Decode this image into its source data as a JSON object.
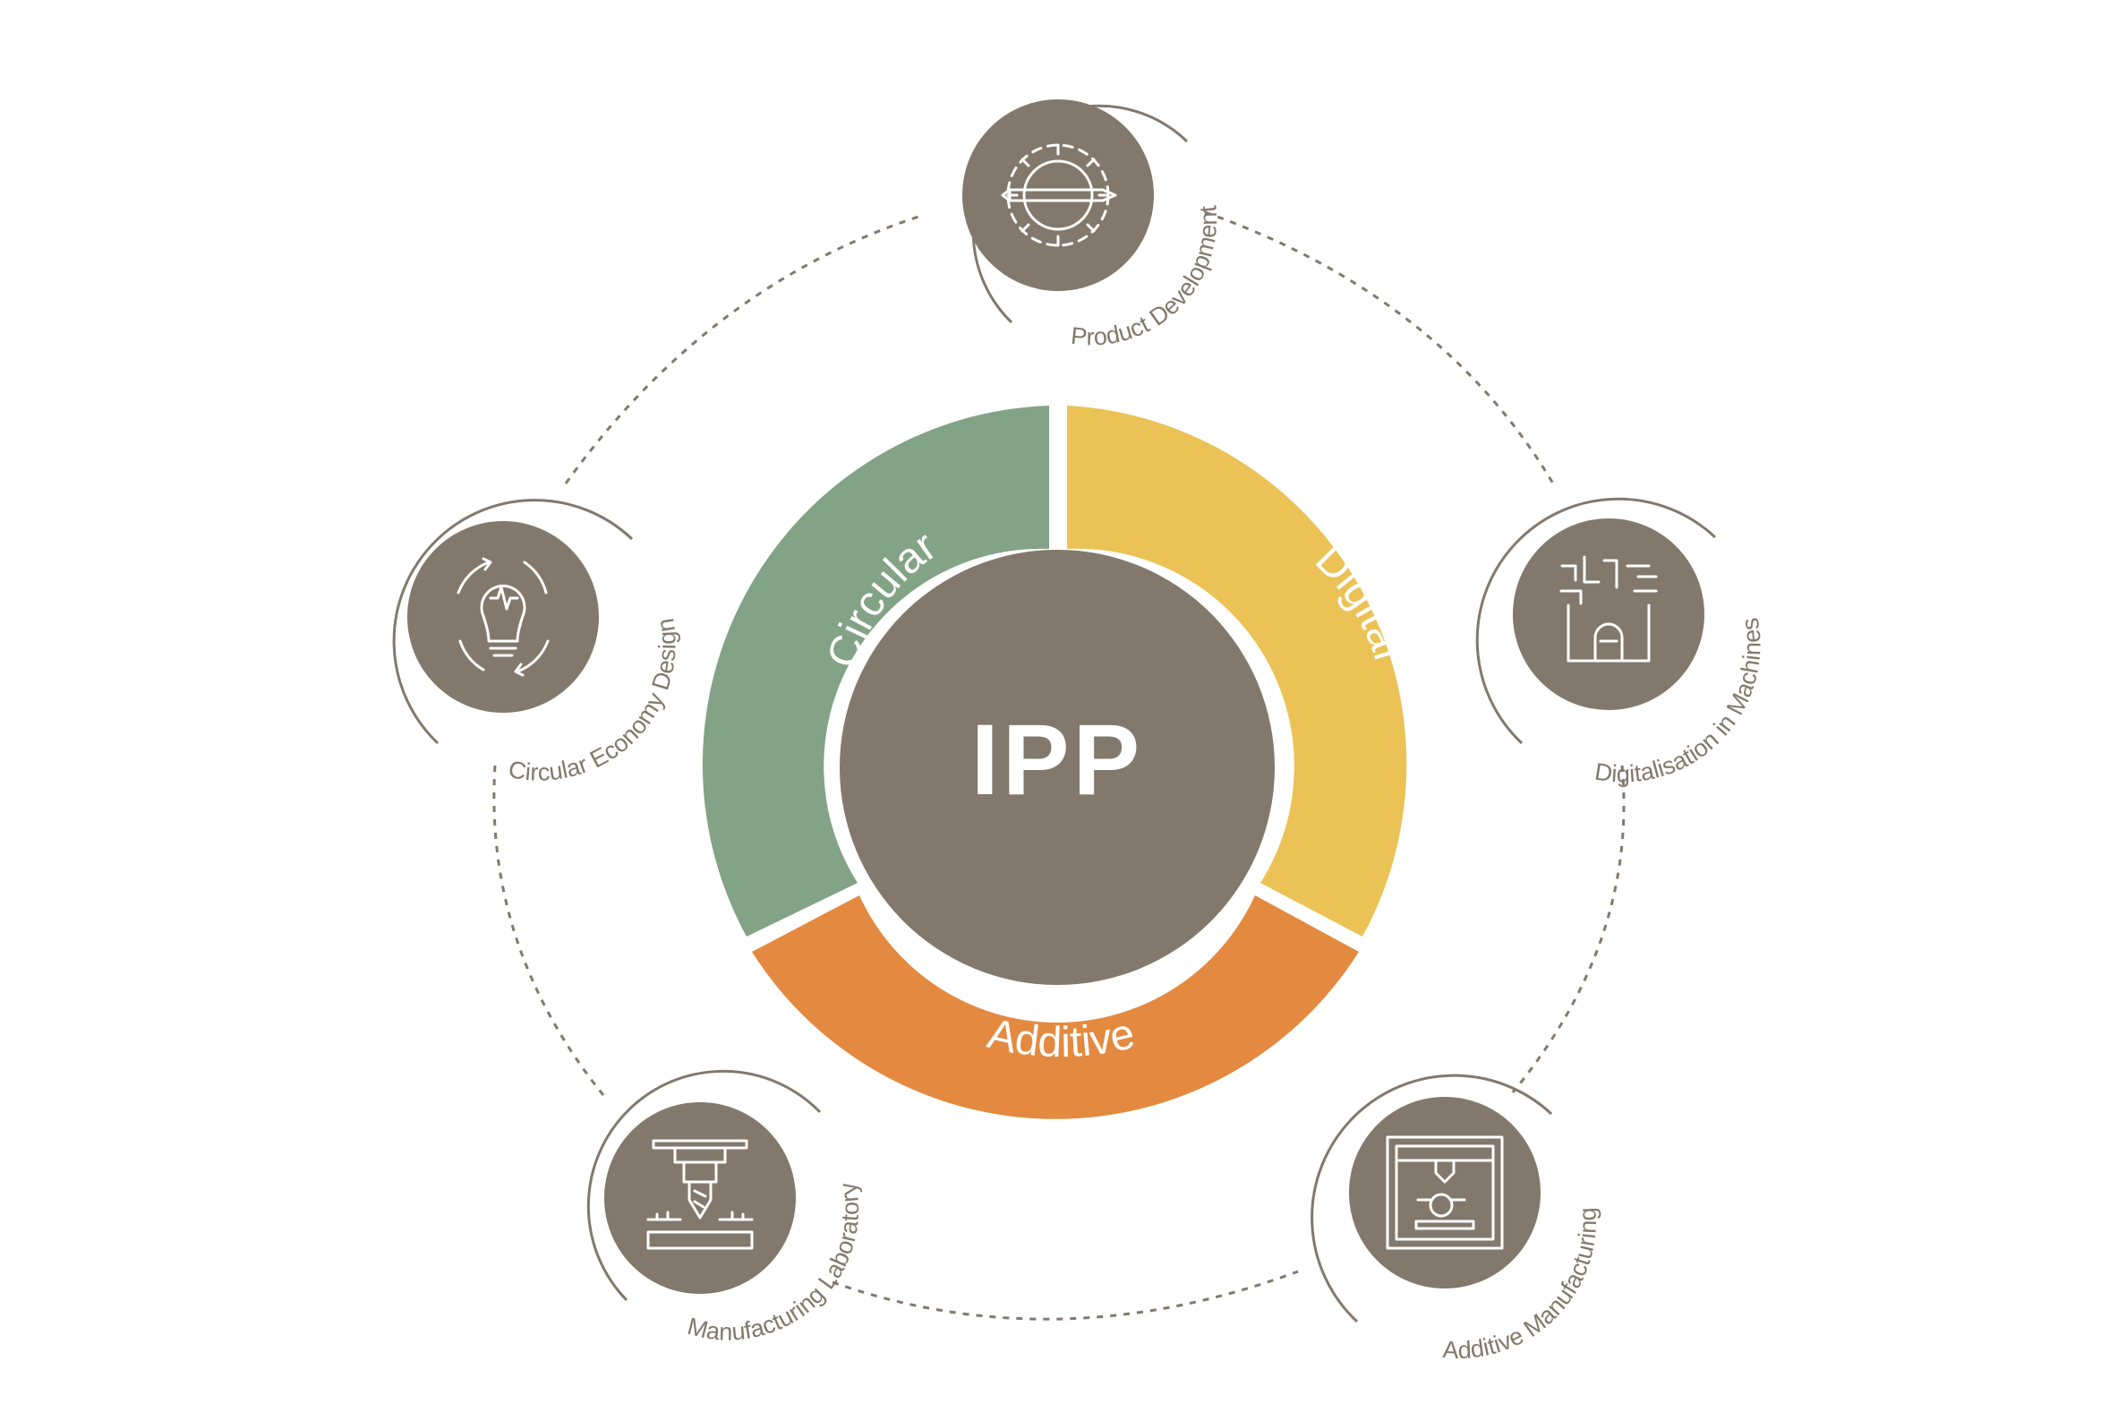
{
  "center": {
    "title": "IPP"
  },
  "segments": [
    {
      "id": "circular",
      "label": "Circular",
      "color": "#82a385"
    },
    {
      "id": "digital",
      "label": "Digital",
      "color": "#ebc255"
    },
    {
      "id": "additive",
      "label": "Additive",
      "color": "#e38a40"
    }
  ],
  "nodes": [
    {
      "id": "product-development",
      "label": "Product Development",
      "icon": "gear-pencil-icon"
    },
    {
      "id": "digitalisation-in-machines",
      "label": "Digitalisation in Machines",
      "icon": "circuit-finger-icon"
    },
    {
      "id": "additive-manufacturing",
      "label": "Additive Manufacturing",
      "icon": "3d-printer-icon"
    },
    {
      "id": "manufacturing-laboratory",
      "label": "Manufacturing Laboratory",
      "icon": "milling-machine-icon"
    },
    {
      "id": "circular-economy-design",
      "label": "Circular Economy Design",
      "icon": "lightbulb-cycle-icon"
    }
  ],
  "colors": {
    "node_fill": "#82786c",
    "center_fill": "#82786c",
    "outline": "#82786c",
    "connector": "#82786c",
    "white": "#ffffff"
  }
}
